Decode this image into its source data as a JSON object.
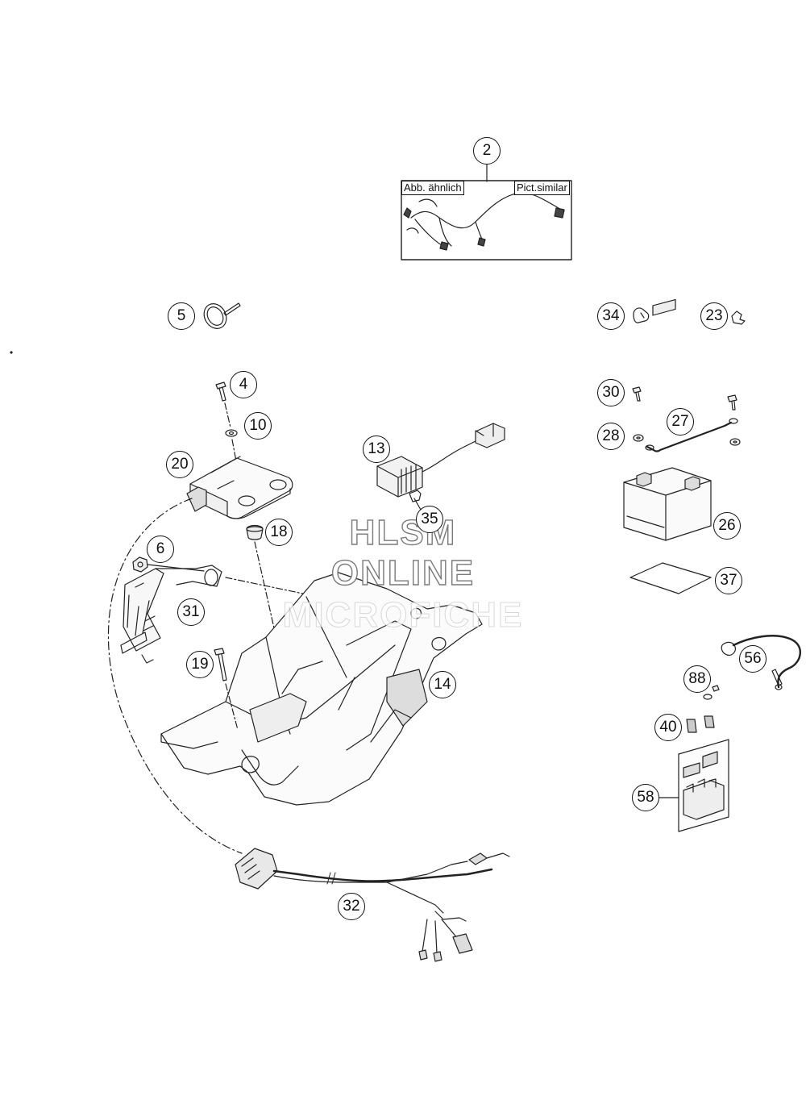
{
  "diagram": {
    "callouts": [
      {
        "id": "c2",
        "label": "2"
      },
      {
        "id": "c5",
        "label": "5"
      },
      {
        "id": "c34",
        "label": "34"
      },
      {
        "id": "c23",
        "label": "23"
      },
      {
        "id": "c4",
        "label": "4"
      },
      {
        "id": "c10",
        "label": "10"
      },
      {
        "id": "c30",
        "label": "30"
      },
      {
        "id": "c27",
        "label": "27"
      },
      {
        "id": "c28",
        "label": "28"
      },
      {
        "id": "c13",
        "label": "13"
      },
      {
        "id": "c20",
        "label": "20"
      },
      {
        "id": "c35",
        "label": "35"
      },
      {
        "id": "c26",
        "label": "26"
      },
      {
        "id": "c18",
        "label": "18"
      },
      {
        "id": "c6",
        "label": "6"
      },
      {
        "id": "c37",
        "label": "37"
      },
      {
        "id": "c31",
        "label": "31"
      },
      {
        "id": "c56",
        "label": "56"
      },
      {
        "id": "c19",
        "label": "19"
      },
      {
        "id": "c14",
        "label": "14"
      },
      {
        "id": "c88",
        "label": "88"
      },
      {
        "id": "c40",
        "label": "40"
      },
      {
        "id": "c58",
        "label": "58"
      },
      {
        "id": "c32",
        "label": "32"
      }
    ],
    "inset_label_left": "Abb. ähnlich",
    "inset_label_right": "Pict.similar",
    "watermark": [
      "HLSM",
      "ONLINE",
      "MICROFICHE"
    ]
  }
}
